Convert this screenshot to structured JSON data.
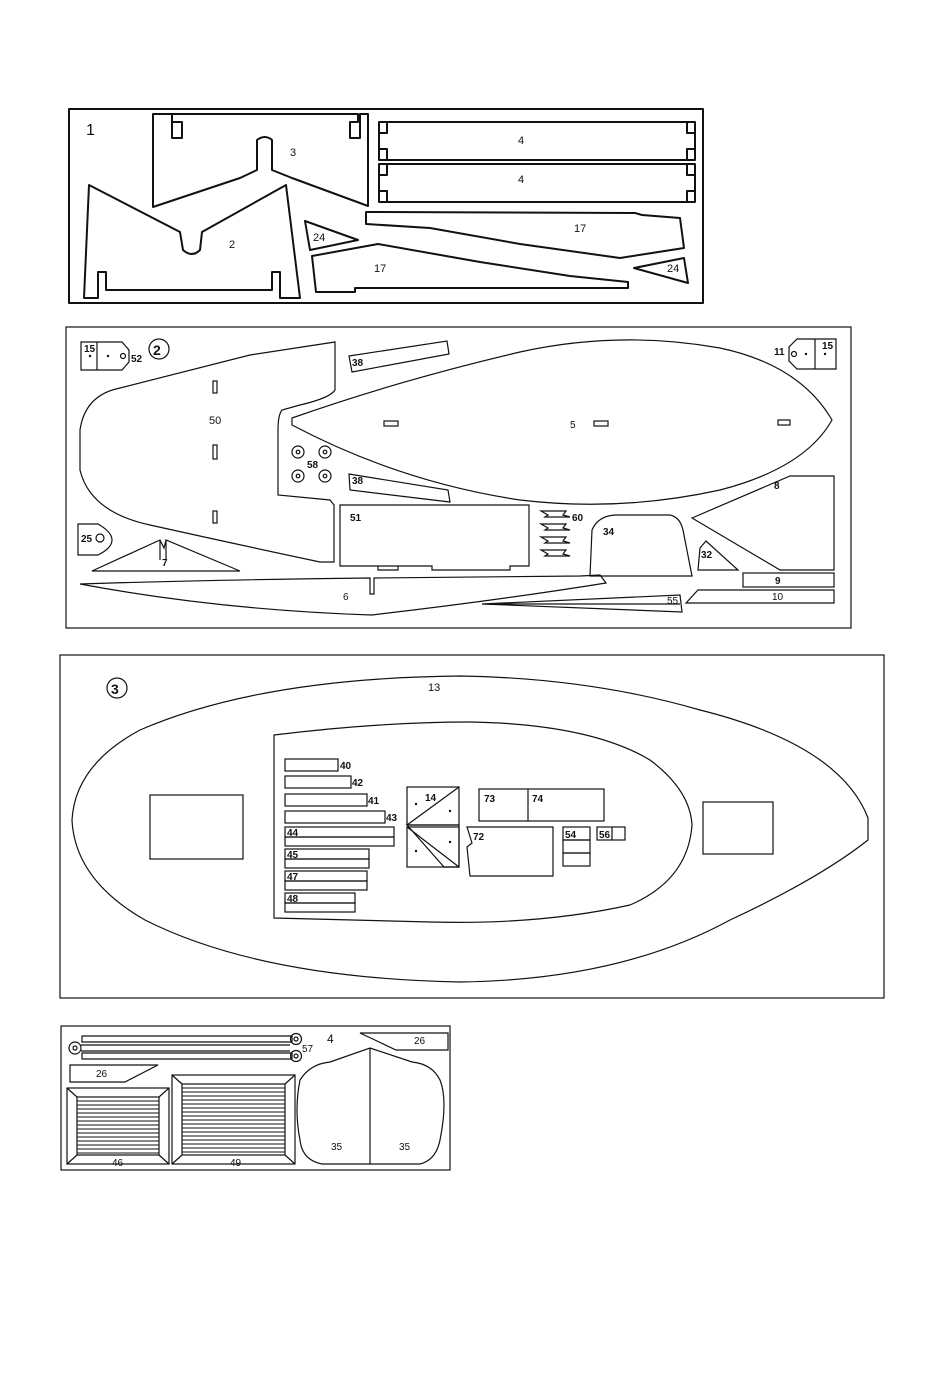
{
  "sheets": [
    {
      "number": "1",
      "parts": {
        "p3": "3",
        "p2": "2",
        "p4a": "4",
        "p4b": "4",
        "p17a": "17",
        "p17b": "17",
        "p24a": "24",
        "p24b": "24"
      }
    },
    {
      "number": "2",
      "parts": {
        "p15a": "15",
        "p52": "52",
        "p50": "50",
        "p38a": "38",
        "p38b": "38",
        "p5": "5",
        "p11": "11",
        "p15b": "15",
        "p58": "58",
        "p8": "8",
        "p51": "51",
        "p60": "60",
        "p34": "34",
        "p25": "25",
        "p7": "7",
        "p32": "32",
        "p9": "9",
        "p6": "6",
        "p55": "55",
        "p10": "10"
      }
    },
    {
      "number": "3",
      "parts": {
        "p13": "13",
        "p40": "40",
        "p42": "42",
        "p41": "41",
        "p43": "43",
        "p44": "44",
        "p45": "45",
        "p47": "47",
        "p48": "48",
        "p14": "14",
        "p73": "73",
        "p74": "74",
        "p72": "72",
        "p54": "54",
        "p56": "56"
      }
    },
    {
      "number": "4",
      "parts": {
        "p57": "57",
        "p26a": "26",
        "p26b": "26",
        "p46": "46",
        "p49": "49",
        "p35a": "35",
        "p35b": "35"
      }
    }
  ]
}
